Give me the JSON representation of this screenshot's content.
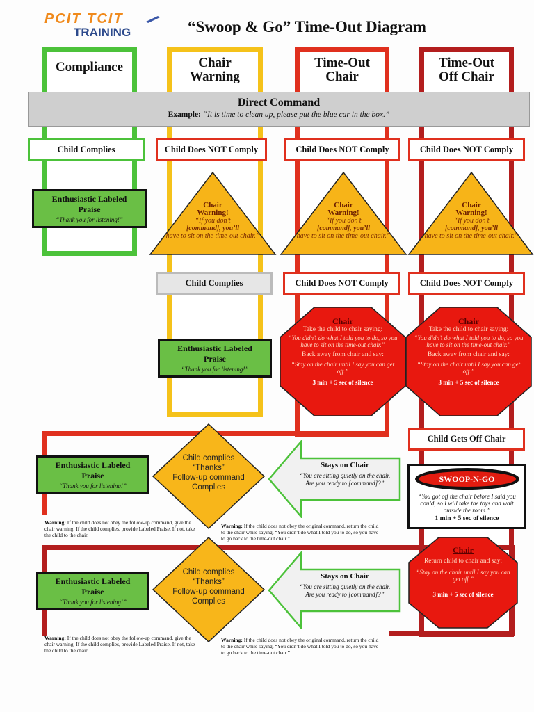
{
  "header": {
    "logo_line1": "PCIT TCIT",
    "logo_line2": "TRAINING",
    "title": "“Swoop & Go” Time-Out Diagram"
  },
  "columns": {
    "compliance": "Compliance",
    "chair_warning": [
      "Chair",
      "Warning"
    ],
    "timeout_chair": [
      "Time-Out",
      "Chair"
    ],
    "timeout_off_chair": [
      "Time-Out",
      "Off Chair"
    ]
  },
  "direct_command": {
    "title": "Direct Command",
    "example_label": "Example:",
    "example_text": "“It is time to clean up, please put the blue car in the box.”"
  },
  "row1": {
    "complies": "Child Complies",
    "not_comply": "Child Does NOT Comply"
  },
  "praise": {
    "title": [
      "Enthusiastic Labeled",
      "Praise"
    ],
    "quote": "“Thank you for listening!”"
  },
  "warning_triangle": {
    "title": [
      "Chair",
      "Warning!"
    ],
    "text": [
      "“If you don’t",
      "[command], you’ll",
      "have to sit on the time-out chair.”"
    ]
  },
  "row2": {
    "complies": "Child Complies",
    "not_comply": "Child Does NOT Comply"
  },
  "chair_octagon": {
    "title": "Chair",
    "line1": "Take the child to chair saying:",
    "line2": "“You didn’t do what I told you to do, so you have to sit on the time-out chair.”",
    "line3": "Back away from chair and say:",
    "line4": "“Stay on the chair until I say you can get off.”",
    "line5": "3 min + 5 sec of silence"
  },
  "gets_off": "Child Gets Off Chair",
  "swoop": {
    "badge": "SWOOP-N-GO",
    "text": "“You got off the chair before I said you could, so I will take the toys and wait outside the room.”",
    "time": "1 min + 5 sec of silence"
  },
  "return_octagon": {
    "title": "Chair",
    "line1": "Return child to chair and say:",
    "line2": "“Stay on the chair until I say you can get off.”",
    "line3": "3 min + 5 sec of silence"
  },
  "diamond": {
    "lines": [
      "Child complies",
      "“Thanks”",
      "Follow-up command",
      "Complies"
    ]
  },
  "stays": {
    "title": "Stays on Chair",
    "text1": "“You are sitting quietly on the chair.",
    "text2": "Are you ready to [command]?”"
  },
  "warn_left": {
    "label": "Warning:",
    "text": "If the child does not obey the follow-up command, give the chair warning.  If the child complies, provide Labeled Praise.  If not, take the child to the chair."
  },
  "warn_right": {
    "label": "Warning:",
    "text": "If the child does not obey the original command, return the child to the chair while saying, “You didn’t do what I told you to do, so you have to go back to the time-out chair.”"
  },
  "colors": {
    "green": "#4cc23a",
    "yellow": "#f5c21a",
    "red": "#e0301e",
    "darkred": "#b31e1e",
    "praise_fill": "#6abf45",
    "triangle_fill": "#f7b418",
    "octagon_fill": "#e8180f",
    "diamond_fill": "#f8b61a",
    "arrow_fill": "#f1f1f1"
  },
  "icons": [
    "apple-logo-icon",
    "pencil-icon"
  ]
}
